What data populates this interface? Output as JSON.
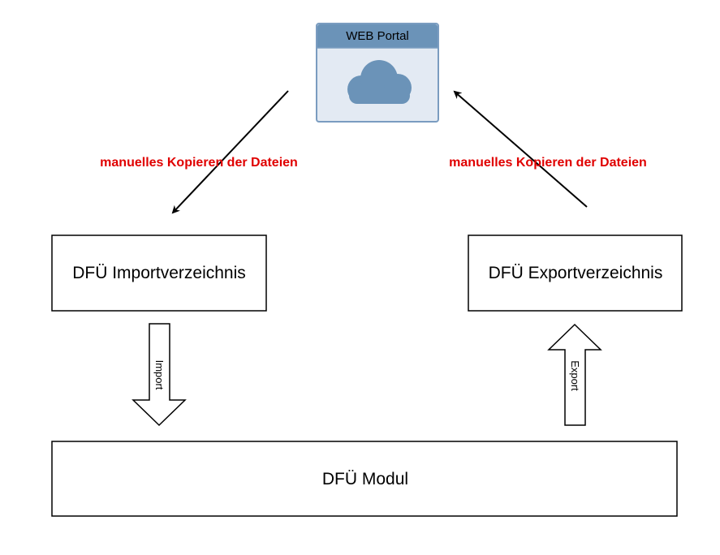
{
  "web_portal": {
    "title": "WEB Portal",
    "icon": "cloud-icon",
    "header_color": "#6b93b8",
    "body_color": "#e3eaf3",
    "border_color": "#7a9cc0",
    "cloud_color": "#6b93b8"
  },
  "labels": {
    "left_copy": "manuelles Kopieren der Dateien",
    "right_copy": "manuelles Kopieren der Dateien",
    "label_color": "#e00000"
  },
  "boxes": {
    "import_dir": "DFÜ Importverzeichnis",
    "export_dir": "DFÜ Exportverzeichnis",
    "module": "DFÜ Modul"
  },
  "arrows": {
    "import": "Import",
    "export": "Export"
  }
}
